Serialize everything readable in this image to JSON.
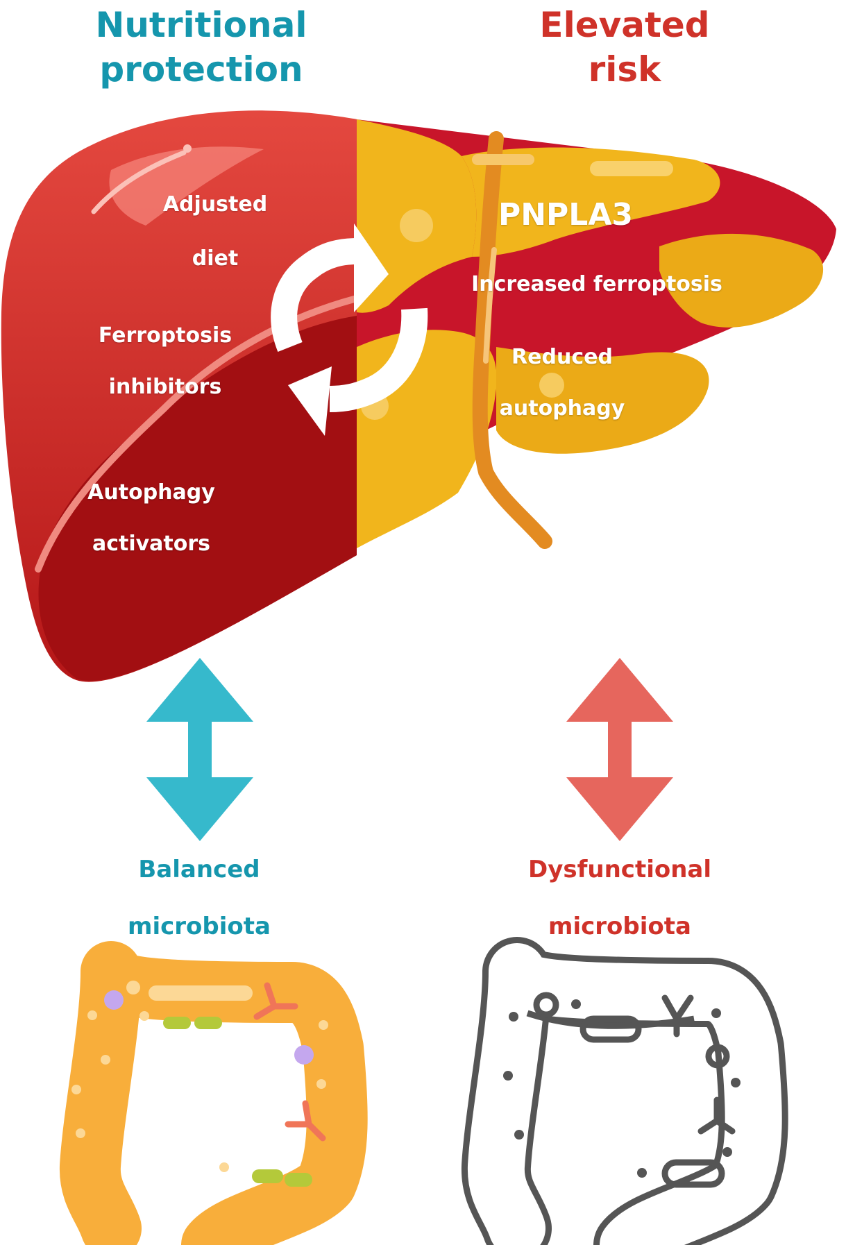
{
  "headers": {
    "left": [
      "Nutritional",
      "protection"
    ],
    "right": [
      "Elevated",
      "risk"
    ]
  },
  "liver_left": {
    "diet": [
      "Adjusted",
      "diet"
    ],
    "ferroptosis_inhibitors": [
      "Ferroptosis",
      "inhibitors"
    ],
    "autophagy_activators": [
      "Autophagy",
      "activators"
    ]
  },
  "liver_right": {
    "gene": "PNPLA3",
    "ferroptosis": "Increased ferroptosis",
    "autophagy": [
      "Reduced",
      "autophagy"
    ]
  },
  "microbiota": {
    "left": [
      "Balanced",
      "microbiota"
    ],
    "right": [
      "Dysfunctional",
      "microbiota"
    ]
  },
  "colors": {
    "teal_text": "#1596ad",
    "teal_arrow": "#36b9cc",
    "red_text": "#cf3229",
    "red_arrow": "#e6665d",
    "healthy_liver": "#c8201f",
    "fatty_liver": "#f1b51c",
    "gut_healthy": "#f8ae3b",
    "gut_outline": "#555555"
  },
  "icons": [
    "cycle-arrows-icon",
    "bidirectional-arrow-icon",
    "intestine-icon"
  ]
}
